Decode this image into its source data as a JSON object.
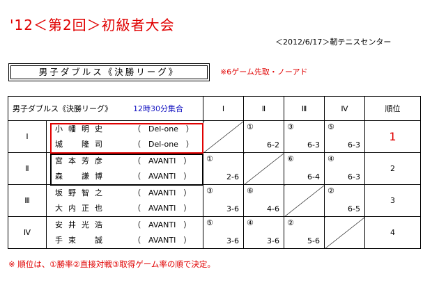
{
  "title": "'12＜第2回＞初級者大会",
  "venue": "＜2012/6/17＞靭テニスセンター",
  "section": {
    "label": "男子ダブルス《決勝リーグ》",
    "note": "※6ゲーム先取・ノーアド"
  },
  "table": {
    "header": {
      "label": "男子ダブルス《決勝リーグ》",
      "time": "12時30分集合",
      "cols": [
        "Ⅰ",
        "Ⅱ",
        "Ⅲ",
        "Ⅳ"
      ],
      "rank": "順位"
    },
    "rows": [
      {
        "roman": "Ⅰ",
        "players": [
          {
            "name": "小幡明史",
            "team": "（　Del-one　）"
          },
          {
            "name": "城　隆司",
            "team": "（　Del-one　）"
          }
        ],
        "cells": [
          {
            "diag": true
          },
          {
            "mark": "①",
            "score": "6-2"
          },
          {
            "mark": "③",
            "score": "6-3"
          },
          {
            "mark": "⑤",
            "score": "6-3"
          }
        ],
        "rank": "1"
      },
      {
        "roman": "Ⅱ",
        "players": [
          {
            "name": "宮本芳彦",
            "team": "（　AVANTI　）"
          },
          {
            "name": "森　謙博",
            "team": "（　AVANTI　）"
          }
        ],
        "cells": [
          {
            "mark": "①",
            "score": "2-6"
          },
          {
            "diag": true
          },
          {
            "mark": "⑥",
            "score": "6-4"
          },
          {
            "mark": "④",
            "score": "6-3"
          }
        ],
        "rank": "2"
      },
      {
        "roman": "Ⅲ",
        "players": [
          {
            "name": "坂野智之",
            "team": "（　AVANTI　）"
          },
          {
            "name": "大内正也",
            "team": "（　AVANTI　）"
          }
        ],
        "cells": [
          {
            "mark": "③",
            "score": "3-6"
          },
          {
            "mark": "⑥",
            "score": "4-6"
          },
          {
            "diag": true
          },
          {
            "mark": "②",
            "score": "6-5"
          }
        ],
        "rank": "3"
      },
      {
        "roman": "Ⅳ",
        "players": [
          {
            "name": "安井光浩",
            "team": "（　AVANTI　）"
          },
          {
            "name": "手束　誠",
            "team": "（　AVANTI　）"
          }
        ],
        "cells": [
          {
            "mark": "⑤",
            "score": "3-6"
          },
          {
            "mark": "④",
            "score": "3-6"
          },
          {
            "mark": "②",
            "score": "5-6"
          },
          {
            "diag": true
          }
        ],
        "rank": "4"
      }
    ]
  },
  "footnote": "※ 順位は、①勝率②直接対戦③取得ゲーム率の順で決定。",
  "colors": {
    "accent_red": "#e00000",
    "time_blue": "#1010c0"
  }
}
